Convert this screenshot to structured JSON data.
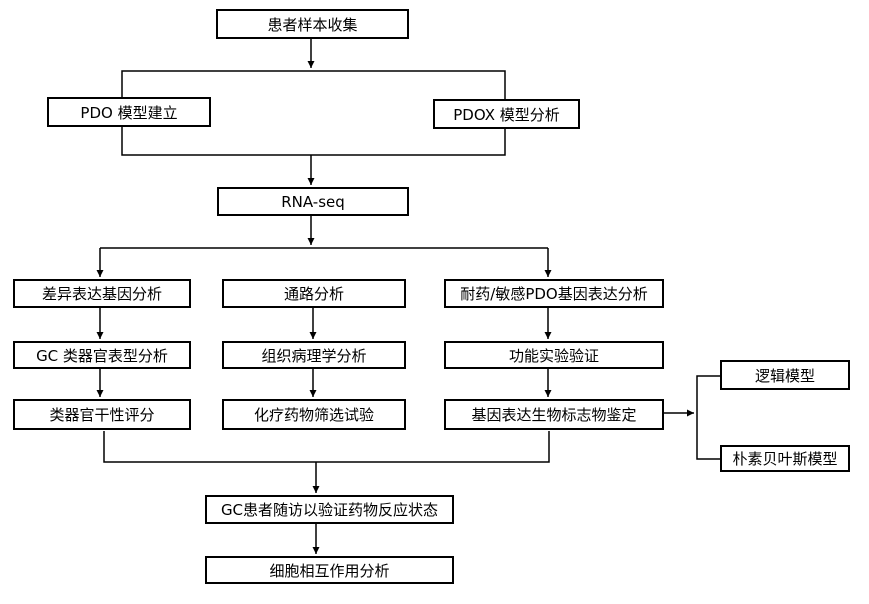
{
  "nodes": {
    "sample_collection": "患者样本收集",
    "pdo_model": "PDO 模型建立",
    "pdox_model": "PDOX 模型分析",
    "rna_seq": "RNA-seq",
    "diff_expression": "差异表达基因分析",
    "pathway": "通路分析",
    "resistance_expression": "耐药/敏感PDO基因表达分析",
    "organoid_phenotype": "GC 类器官表型分析",
    "histopathology": "组织病理学分析",
    "functional_validation": "功能实验验证",
    "organoid_stemness": "类器官干性评分",
    "drug_screening": "化疗药物筛选试验",
    "biomarker_identification": "基因表达生物标志物鉴定",
    "logistic_model": "逻辑模型",
    "naive_bayes_model": "朴素贝叶斯模型",
    "followup_validation": "GC患者随访以验证药物反应状态",
    "cell_interaction": "细胞相互作用分析"
  },
  "colors": {
    "stroke": "#000000",
    "fill": "#ffffff",
    "text": "#000000"
  }
}
